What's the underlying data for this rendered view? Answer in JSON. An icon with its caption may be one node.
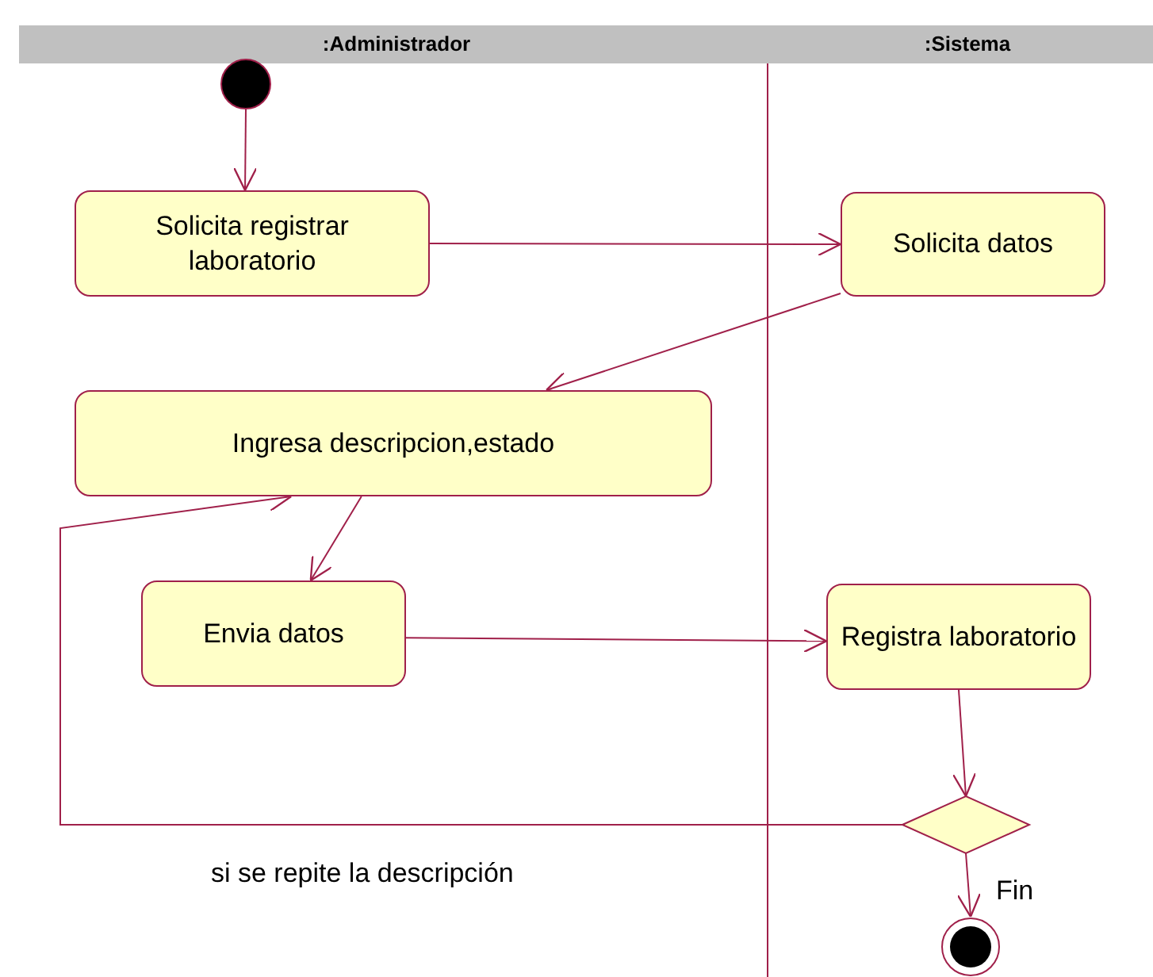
{
  "diagram": {
    "nodes": [
      {
        "text": [],
        "shape": "circle"
      },
      {
        "text": [
          "Solicita registrar laboratorio"
        ]
      },
      {
        "text": [
          "Solicita datos"
        ]
      },
      {
        "text": [
          "Ingresa descripcion,estado"
        ]
      },
      {
        "text": [
          "Envia datos"
        ]
      },
      {
        "text": [
          "Registra laboratorio"
        ]
      },
      {
        "text": [],
        "shape": "diamond"
      },
      {
        "text": [],
        "shape": "circle"
      }
    ],
    "edges": [
      {
        "from": 0,
        "to": 1,
        "arrow": "to"
      },
      {
        "from": 1,
        "to": 2,
        "arrow": "to"
      },
      {
        "from": 2,
        "to": 3,
        "arrow": "to"
      },
      {
        "from": 3,
        "to": 4,
        "arrow": "to"
      },
      {
        "from": 4,
        "to": 5,
        "arrow": "to"
      },
      {
        "from": 5,
        "to": 6,
        "arrow": "to"
      },
      {
        "from": 6,
        "to": 7,
        "arrow": "to",
        "label": "Fin"
      },
      {
        "from": 6,
        "to": 3,
        "arrow": "to",
        "label": "si se repite la descripción"
      }
    ],
    "labels": [
      ":Administrador",
      ":Sistema"
    ]
  }
}
